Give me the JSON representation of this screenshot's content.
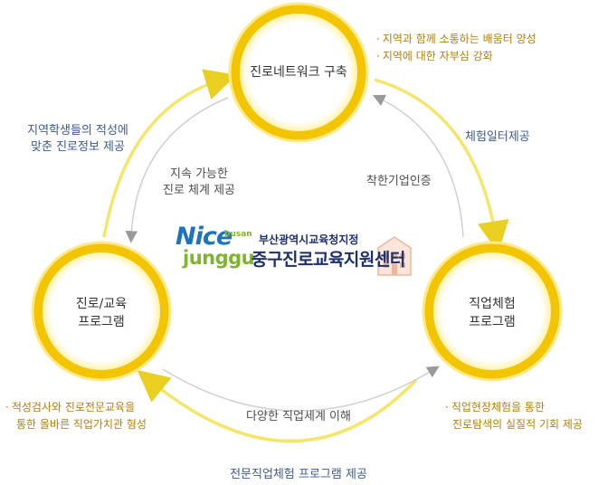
{
  "nodes": {
    "top": "진로네트워크 구축",
    "left_line1": "진로/교육",
    "left_line2": "프로그램",
    "right_line1": "직업체험",
    "right_line2": "프로그램"
  },
  "outer_labels": {
    "left_line1": "지역학생들의 적성에",
    "left_line2": "맞춘 진로정보 제공",
    "right": "체험일터제공",
    "bottom": "전문직업체험 프로그램 제공"
  },
  "inner_labels": {
    "left_line1": "지속 가능한",
    "left_line2": "진로 체계 제공",
    "right": "착한기업인증",
    "bottom": "다양한 직업세계 이해"
  },
  "notes": {
    "bullet": "·",
    "top_right_1": "지역과 함께 소통하는 배움터 양성",
    "top_right_2": "지역에 대한 자부심 강화",
    "bottom_left_1": "적성검사와 진로전문교육을",
    "bottom_left_2": "통한 올바른 직업가치관 형성",
    "bottom_right_1": "직업현장체험을 통한",
    "bottom_right_2": "진로탐색의 실질적 기회 제공"
  },
  "logo": {
    "nice": "Nice",
    "junggu": "junggu",
    "busan": "busan",
    "org": "부산광역시교육청지정",
    "center_name": "중구진로교육지원센터"
  },
  "colors": {
    "ring": "#f2c500",
    "ring_inner": "#fff7cc",
    "outer_arrow": "#f5e56a",
    "inner_arrow": "#c8c8c8",
    "accent_blue": "#3a5a96",
    "accent_gold": "#b07f0c"
  }
}
